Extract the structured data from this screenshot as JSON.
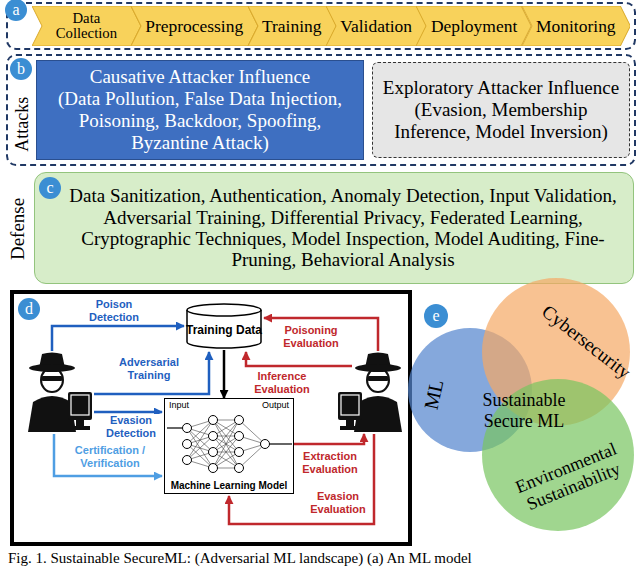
{
  "diagram": {
    "caption": "Fig. 1. Sustainable SecureML: (Adversarial ML landscape) (a) An ML model",
    "nodes": [
      {
        "text": [
          "a"
        ]
      },
      {
        "text": [
          "Data Collection"
        ],
        "in": 0
      },
      {
        "text": [
          "Preprocessing"
        ],
        "in": 0
      },
      {
        "text": [
          "Training"
        ],
        "in": 0
      },
      {
        "text": [
          "Validation"
        ],
        "in": 0
      },
      {
        "text": [
          "Deployment"
        ],
        "in": 0
      },
      {
        "text": [
          "Monitoring"
        ],
        "in": 0
      },
      {
        "text": [
          "b",
          "Attacks"
        ]
      },
      {
        "text": [
          "Causative Attacker Influence",
          "(Data Pollution, False Data Injection, Poisoning, Backdoor, Spoofing, Byzantine Attack)"
        ],
        "in": 7
      },
      {
        "text": [
          "Exploratory Attacker Influence",
          "(Evasion, Membership Inference, Model Inversion)"
        ],
        "in": 7
      },
      {
        "text": [
          "c",
          "Defense",
          "Data Sanitization, Authentication, Anomaly Detection, Input Validation, Adversarial Training, Differential Privacy, Federated Learning, Cryptographic Techniques, Model Inspection, Model Auditing, Fine-Pruning, Behavioral Analysis"
        ]
      },
      {
        "text": [
          "d"
        ]
      },
      {
        "text": [
          "Training Data"
        ],
        "in": 11
      },
      {
        "text": [
          "Input",
          "Output",
          "Machine Learning Model"
        ],
        "in": 11
      },
      {
        "text": [
          "e"
        ]
      },
      {
        "text": [
          "ML"
        ]
      },
      {
        "text": [
          "Cybersecurity"
        ]
      },
      {
        "text": [
          "Environmental Sustainability"
        ]
      }
    ],
    "edges": [
      {
        "from": 12,
        "to": 13,
        "arrow": "to"
      }
    ],
    "labels": [
      "Poison Detection",
      "Adversarial Training",
      "Evasion Detection",
      "Certification / Verification",
      "Poisoning Evaluation",
      "Inference Evaluation",
      "Extraction Evaluation",
      "Evasion Evaluation",
      "Sustainable Secure ML"
    ]
  }
}
